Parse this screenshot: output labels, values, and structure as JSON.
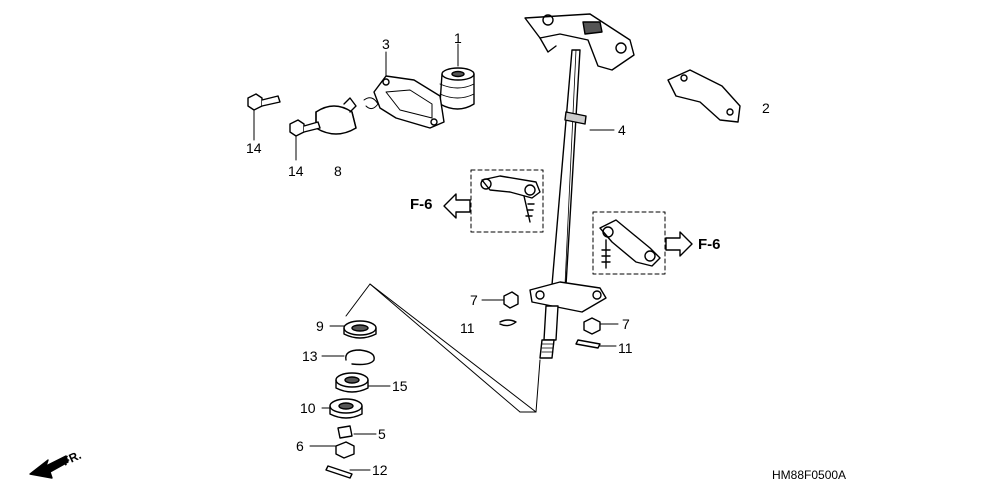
{
  "callouts": {
    "c1": "1",
    "c2": "2",
    "c3": "3",
    "c4": "4",
    "c5": "5",
    "c6": "6",
    "c7a": "7",
    "c7b": "7",
    "c8": "8",
    "c9": "9",
    "c10": "10",
    "c11a": "11",
    "c11b": "11",
    "c12": "12",
    "c13": "13",
    "c14a": "14",
    "c14b": "14",
    "c15": "15"
  },
  "refs": {
    "left": "F-6",
    "right": "F-6"
  },
  "direction_label": "FR.",
  "diagram_code": "HM88F0500A",
  "colors": {
    "line": "#000000",
    "paper": "#ffffff",
    "shade": "#9a9a9a"
  }
}
